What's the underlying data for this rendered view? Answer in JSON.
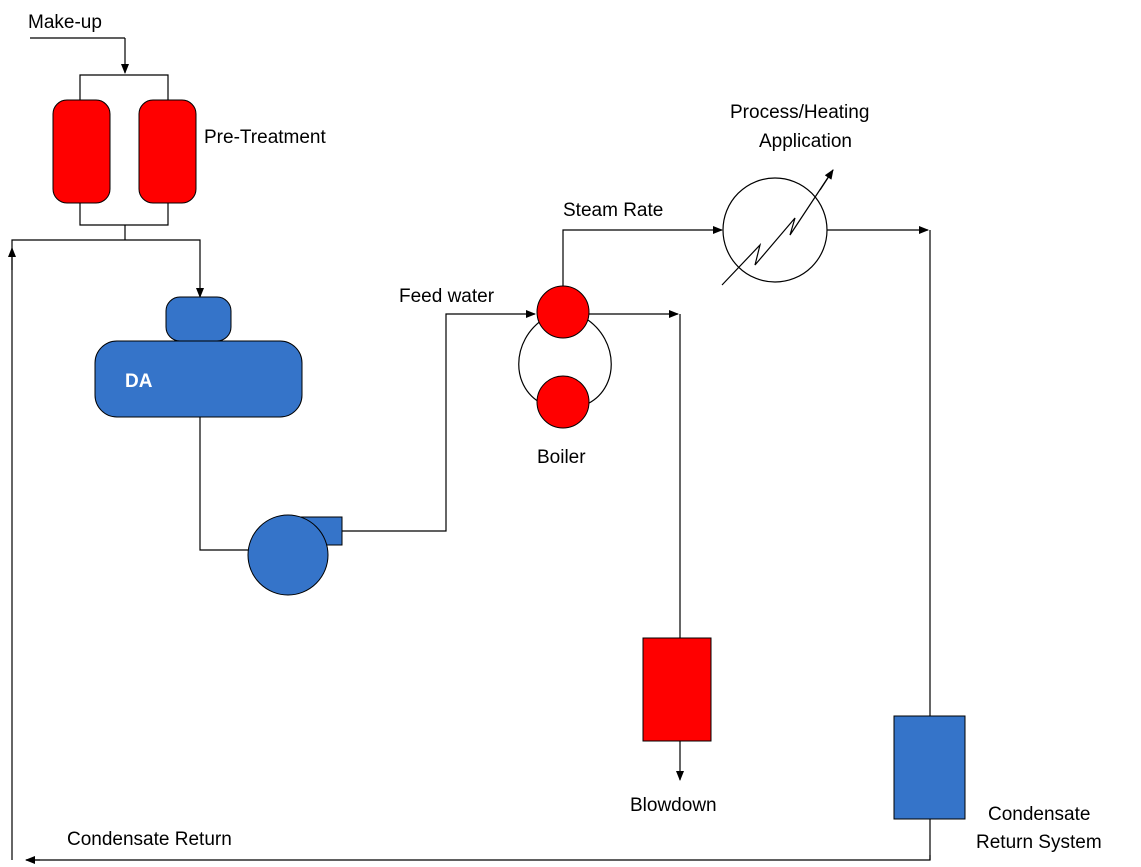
{
  "labels": {
    "makeup": "Make-up",
    "pretreatment": "Pre-Treatment",
    "da": "DA",
    "feedwater": "Feed water",
    "boiler": "Boiler",
    "steam_rate": "Steam Rate",
    "process_line1": "Process/Heating",
    "process_line2": "Application",
    "blowdown": "Blowdown",
    "condensate_return": "Condensate Return",
    "crs_line1": "Condensate",
    "crs_line2": "Return System"
  },
  "colors": {
    "red": "#ff0000",
    "blue": "#3574c9",
    "line": "#000000"
  }
}
